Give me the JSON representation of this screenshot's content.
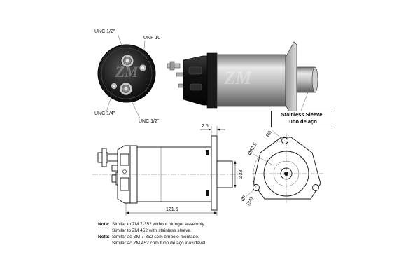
{
  "photo_labels": {
    "unc_half_top": "UNC 1/2\"",
    "unf_10": "UNF 10",
    "unc_quarter": "UNC 1/4\"",
    "unc_half_bottom": "UNC 1/2\""
  },
  "sleeve_label": {
    "line1": "Stainless Sleeve",
    "line2": "Tubo de aço"
  },
  "dimensions": {
    "d_2_5": "2.5",
    "d_121_5": "121.5",
    "d_38": "Ø38",
    "d_32_5": "Ø32.5",
    "d_r6": "R6",
    "d_7": "Ø7",
    "d_34": "(34)"
  },
  "notes": {
    "note_key": "Note:",
    "note_line1": "Similar to ZM 7-352 without plunger assembly.",
    "note_line2": "Similar to ZM 452 with stainless sleeve.",
    "nota_key": "Nota:",
    "nota_line1": "Similar ao ZM 7-352 sem êmbolo montado.",
    "nota_line2": "Similar ao ZM 452 com tubo de aço inoxidável."
  },
  "watermark": "ZM",
  "colors": {
    "metal_dark": "#2a2a2a",
    "metal_light": "#d8d8d8",
    "line": "#222222"
  }
}
